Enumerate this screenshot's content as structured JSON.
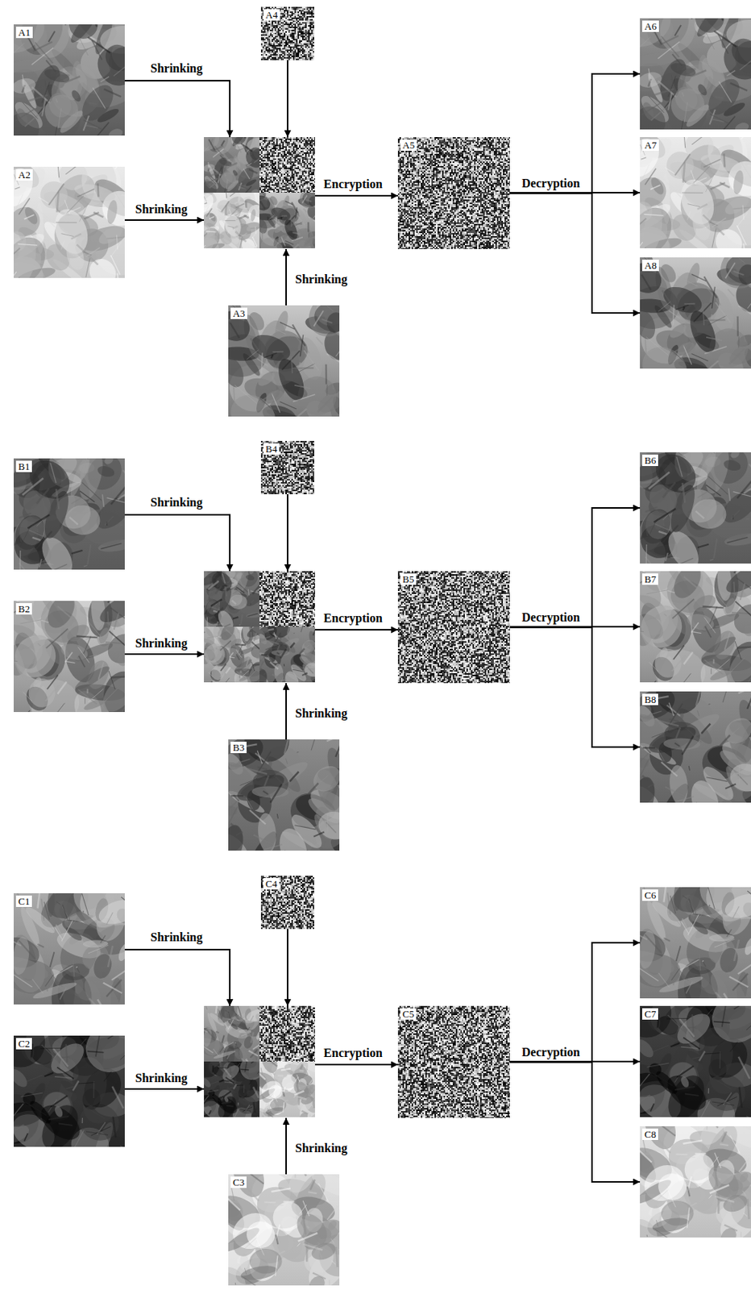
{
  "diagram": {
    "nodes": [
      {
        "text": [
          "A1"
        ]
      },
      {
        "text": [
          "A2"
        ]
      },
      {
        "text": [
          "A3"
        ]
      },
      {
        "text": [
          "A4"
        ]
      },
      {
        "text": [
          "A5"
        ]
      },
      {
        "text": [
          "A6"
        ]
      },
      {
        "text": [
          "A7"
        ]
      },
      {
        "text": [
          "A8"
        ]
      },
      {
        "text": [
          "B1"
        ]
      },
      {
        "text": [
          "B2"
        ]
      },
      {
        "text": [
          "B3"
        ]
      },
      {
        "text": [
          "B4"
        ]
      },
      {
        "text": [
          "B5"
        ]
      },
      {
        "text": [
          "B6"
        ]
      },
      {
        "text": [
          "B7"
        ]
      },
      {
        "text": [
          "B8"
        ]
      },
      {
        "text": [
          "C1"
        ]
      },
      {
        "text": [
          "C2"
        ]
      },
      {
        "text": [
          "C3"
        ]
      },
      {
        "text": [
          "C4"
        ]
      },
      {
        "text": [
          "C5"
        ]
      },
      {
        "text": [
          "C6"
        ]
      },
      {
        "text": [
          "C7"
        ]
      },
      {
        "text": [
          "C8"
        ]
      }
    ],
    "edges": [
      {
        "from": 4,
        "to": 5,
        "arrow": "to"
      },
      {
        "from": 4,
        "to": 6,
        "label": "Decryption",
        "arrow": "to"
      },
      {
        "from": 4,
        "to": 7,
        "arrow": "to"
      },
      {
        "from": 12,
        "to": 13,
        "arrow": "to"
      },
      {
        "from": 12,
        "to": 14,
        "label": "Decryption",
        "arrow": "to"
      },
      {
        "from": 12,
        "to": 15,
        "arrow": "to"
      },
      {
        "from": 20,
        "to": 21,
        "arrow": "to"
      },
      {
        "from": 20,
        "to": 22,
        "label": "Decryption",
        "arrow": "to"
      },
      {
        "from": 20,
        "to": 23,
        "arrow": "to"
      }
    ],
    "labels": [
      "Shrinking",
      "Shrinking",
      "Shrinking",
      "Encryption",
      "Shrinking",
      "Shrinking",
      "Shrinking",
      "Encryption",
      "Shrinking",
      "Shrinking",
      "Shrinking",
      "Encryption"
    ]
  }
}
